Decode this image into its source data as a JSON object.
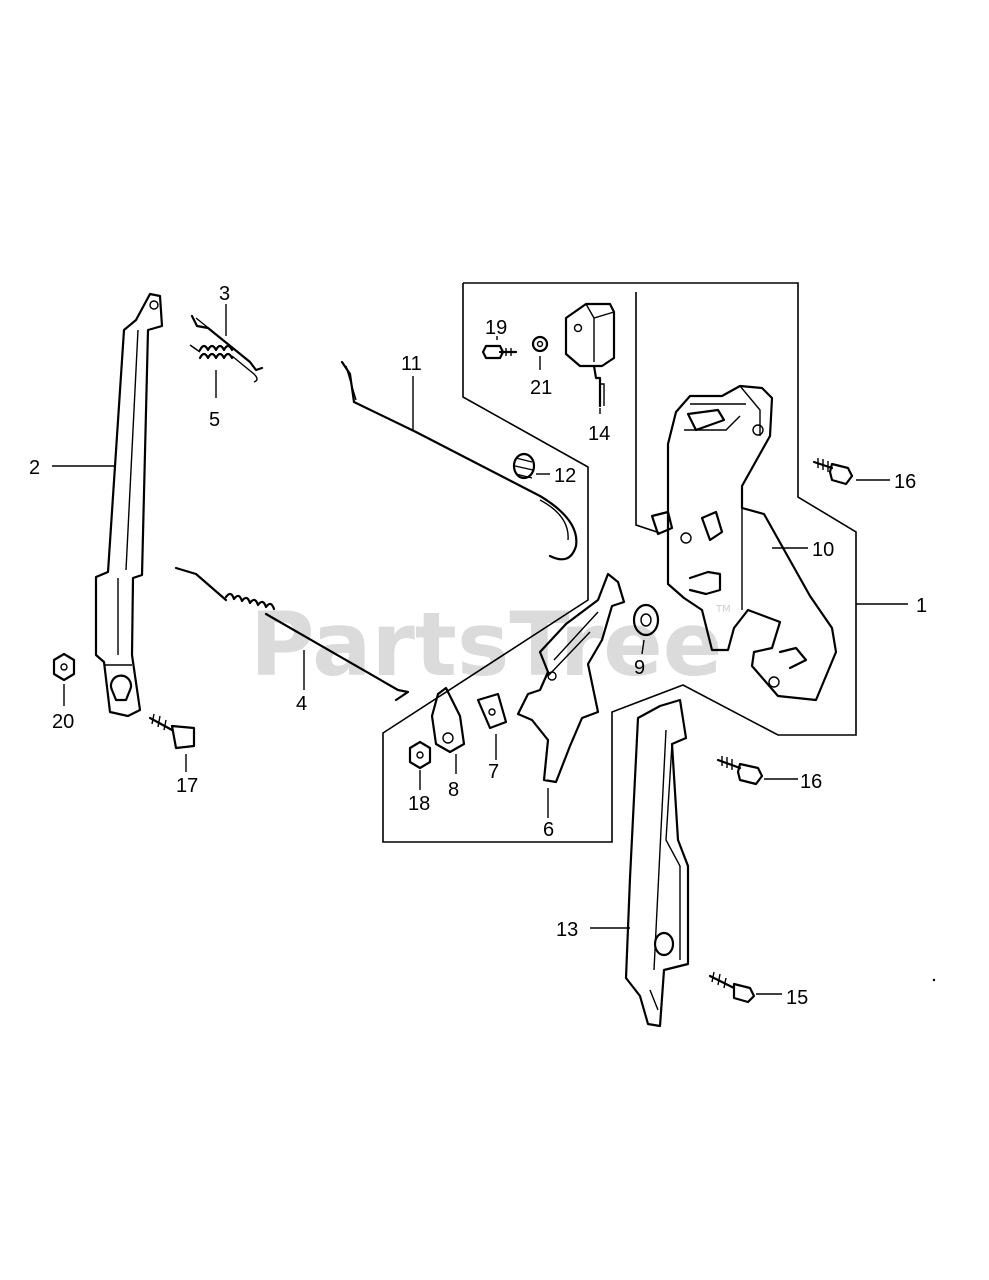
{
  "diagram": {
    "watermark": "PartsTree",
    "watermark_tm": "TM",
    "callouts": [
      "1",
      "2",
      "3",
      "4",
      "5",
      "6",
      "7",
      "8",
      "9",
      "10",
      "11",
      "12",
      "13",
      "14",
      "15",
      "16",
      "16",
      "17",
      "18",
      "19",
      "20",
      "21"
    ],
    "colors": {
      "line": "#000000",
      "background": "#ffffff",
      "watermark": "#cfcfcf"
    }
  }
}
